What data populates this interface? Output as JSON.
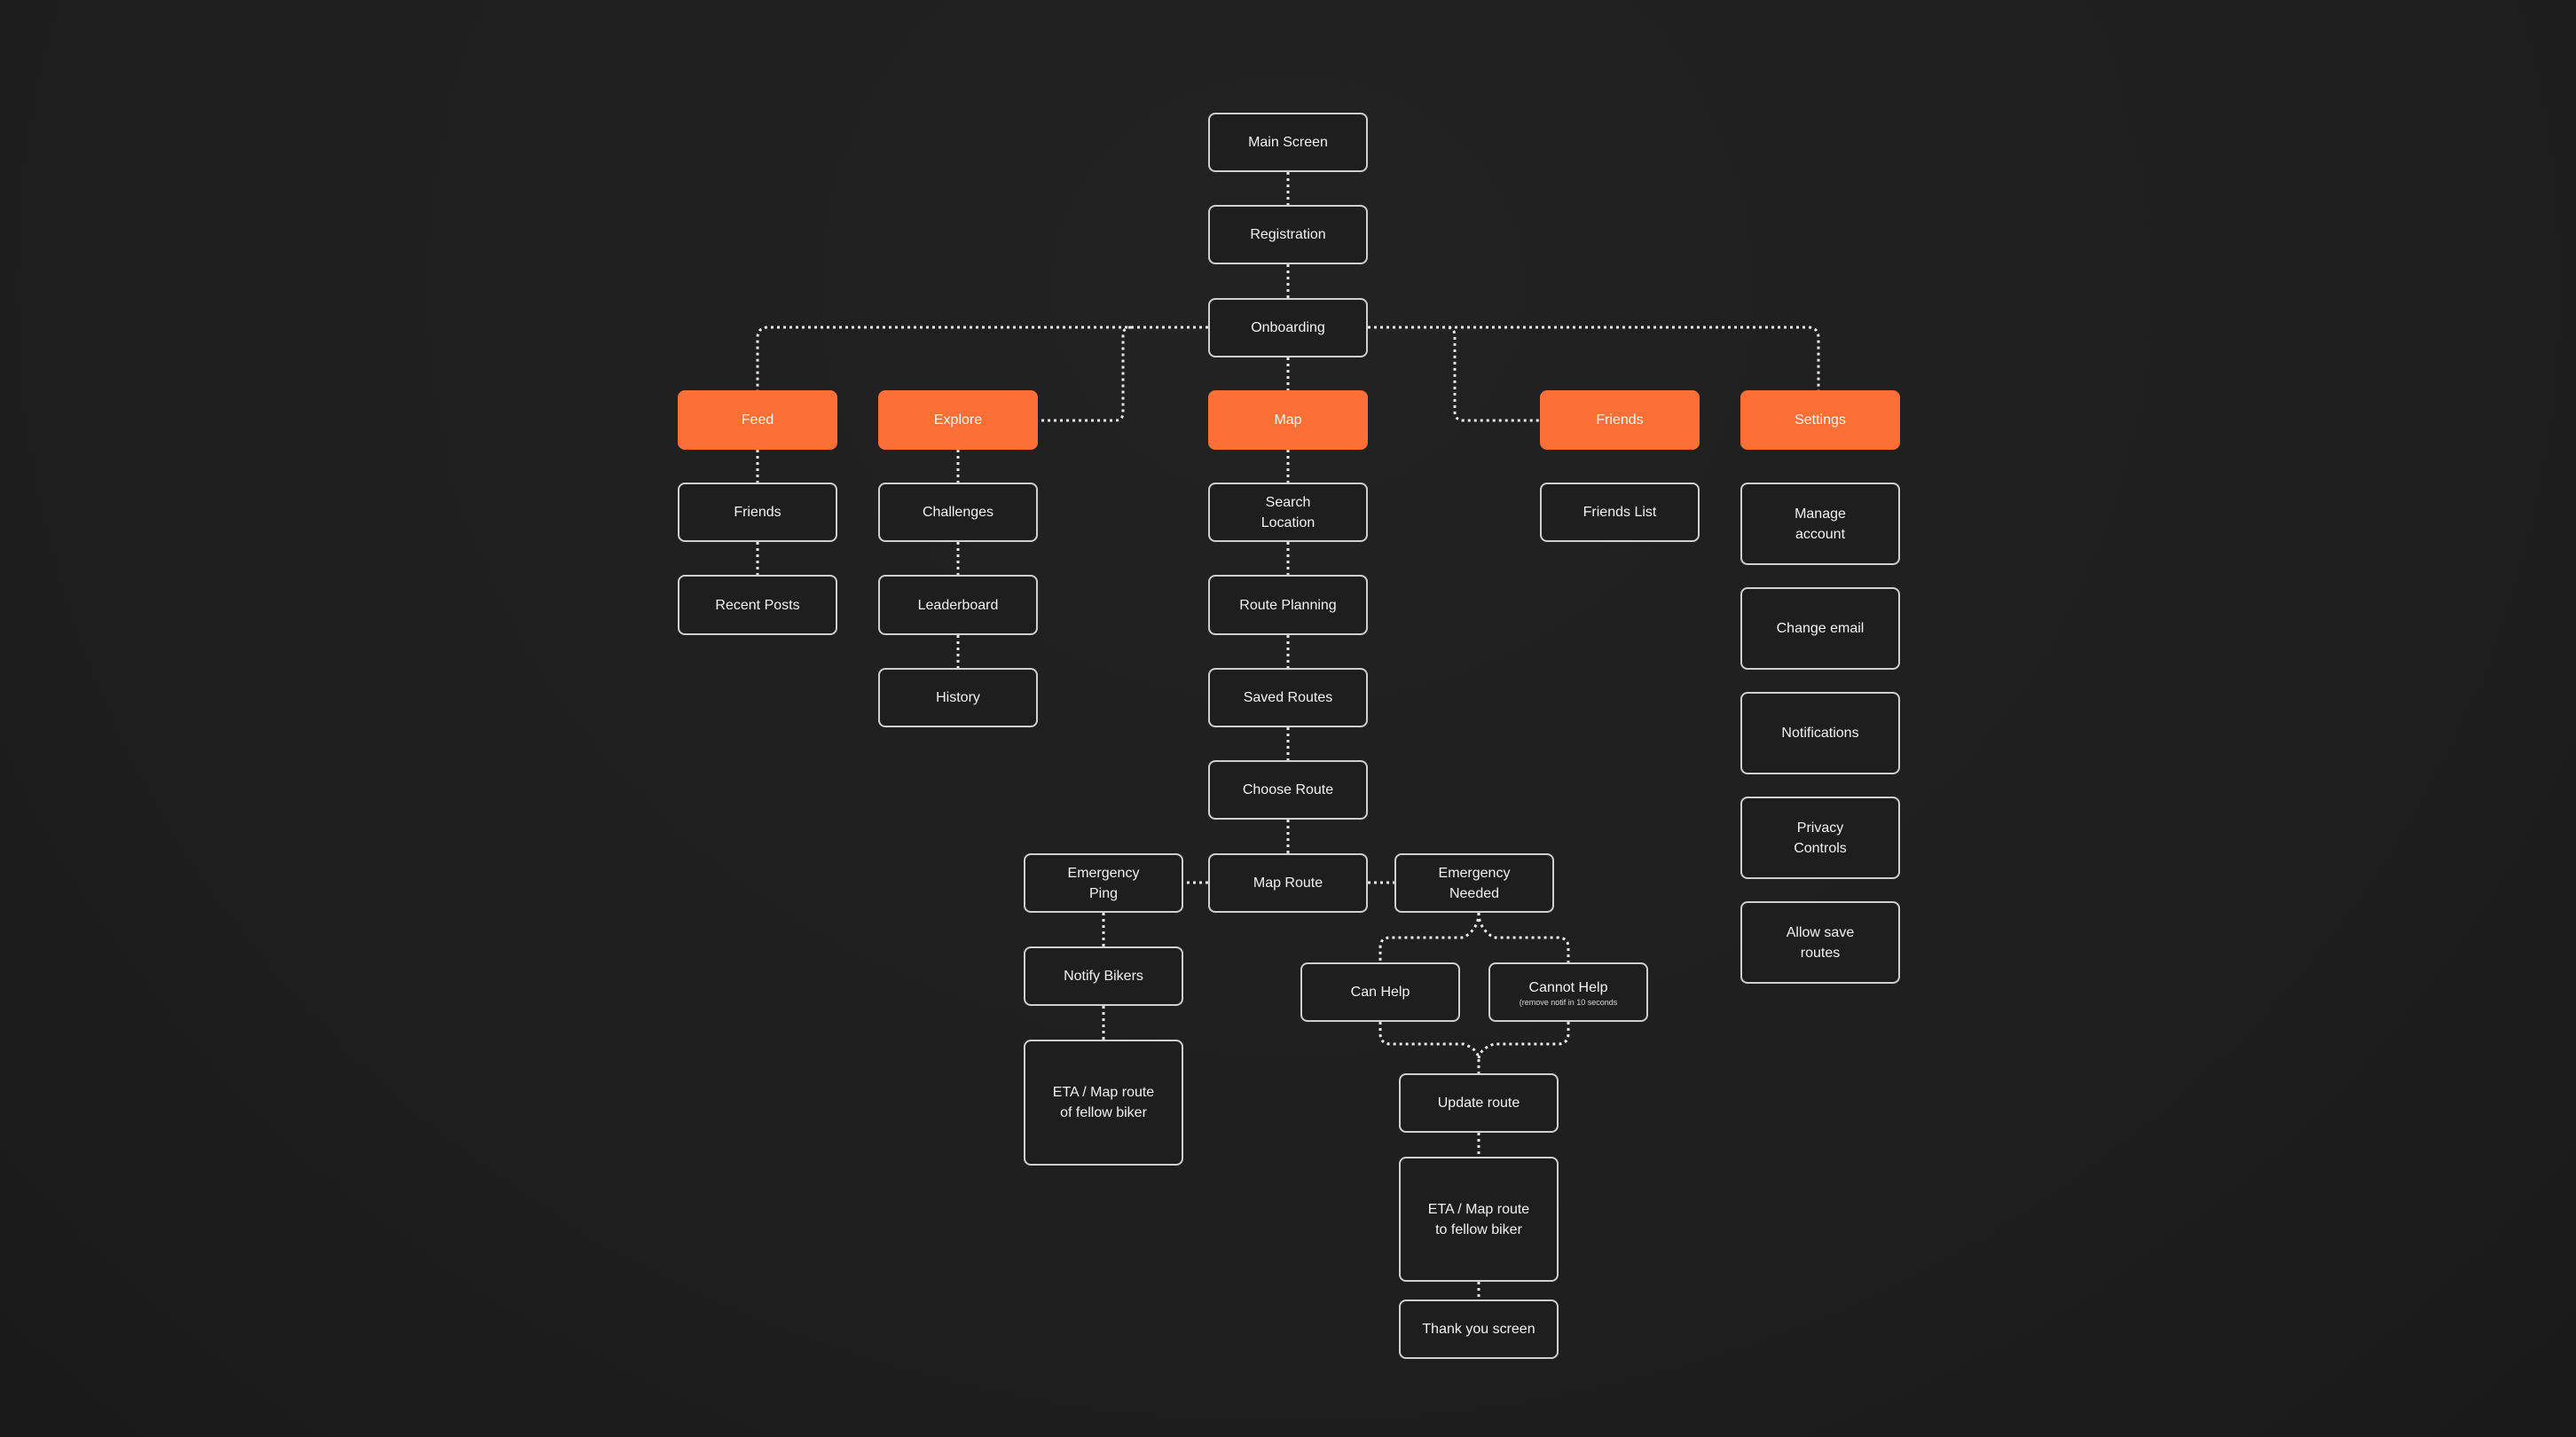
{
  "colors": {
    "background": "#1f1f1f",
    "accent": "#fc7038",
    "node_border": "#cfcfcf",
    "text": "#f2f2f2"
  },
  "nodes": {
    "main_screen": "Main Screen",
    "registration": "Registration",
    "onboarding": "Onboarding",
    "feed": "Feed",
    "explore": "Explore",
    "map": "Map",
    "friends_tab": "Friends",
    "settings": "Settings",
    "friends": "Friends",
    "recent_posts": "Recent Posts",
    "challenges": "Challenges",
    "leaderboard": "Leaderboard",
    "history": "History",
    "search_location_1": "Search",
    "search_location_2": "Location",
    "route_planning": "Route Planning",
    "saved_routes": "Saved Routes",
    "choose_route": "Choose Route",
    "map_route": "Map Route",
    "emergency_ping_1": "Emergency",
    "emergency_ping_2": "Ping",
    "emergency_needed_1": "Emergency",
    "emergency_needed_2": "Needed",
    "notify_bikers": "Notify Bikers",
    "eta_of_1": "ETA / Map route",
    "eta_of_2": "of fellow biker",
    "can_help": "Can Help",
    "cannot_help": "Cannot Help",
    "cannot_help_note": "(remove notif in 10 seconds",
    "update_route": "Update route",
    "eta_to_1": "ETA / Map route",
    "eta_to_2": "to fellow biker",
    "thank_you": "Thank you screen",
    "friends_list": "Friends List",
    "manage_account_1": "Manage",
    "manage_account_2": "account",
    "change_email": "Change email",
    "notifications": "Notifications",
    "privacy_controls_1": "Privacy",
    "privacy_controls_2": "Controls",
    "allow_save_1": "Allow save",
    "allow_save_2": "routes"
  }
}
